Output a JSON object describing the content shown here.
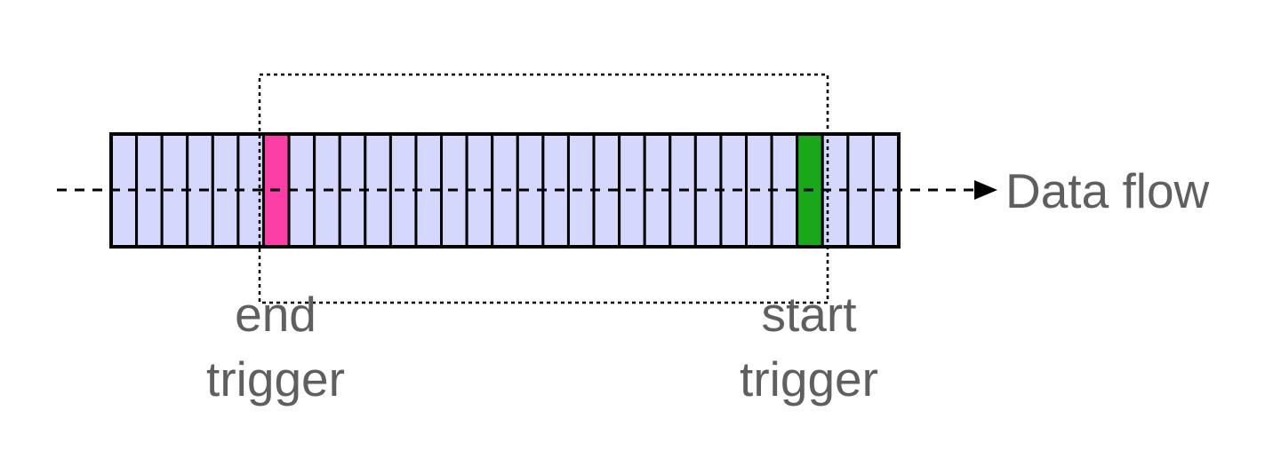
{
  "diagram": {
    "cell_count": 31,
    "end_trigger_cell_index": 6,
    "start_trigger_cell_index": 27,
    "labels": {
      "data_flow": "Data flow",
      "end_trigger_line1": "end",
      "end_trigger_line2": "trigger",
      "start_trigger_line1": "start",
      "start_trigger_line2": "trigger"
    },
    "colors": {
      "cell_fill": "#d5d7fc",
      "cell_border": "#000000",
      "end_trigger": "#fc3fa6",
      "start_trigger": "#1aa81a",
      "text": "#5f5f5f",
      "flow_line": "#000000",
      "window_border": "#000000"
    }
  }
}
